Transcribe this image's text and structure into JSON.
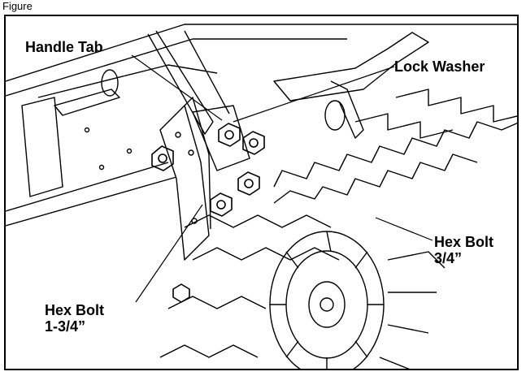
{
  "figure": {
    "caption_text": "Figure",
    "callouts": {
      "handle_tab": "Handle Tab",
      "lock_washer": "Lock Washer",
      "hex_bolt_short_line1": "Hex Bolt",
      "hex_bolt_short_line2": "3/4”",
      "hex_bolt_long_line1": "Hex Bolt",
      "hex_bolt_long_line2": "1-3/4”"
    }
  }
}
